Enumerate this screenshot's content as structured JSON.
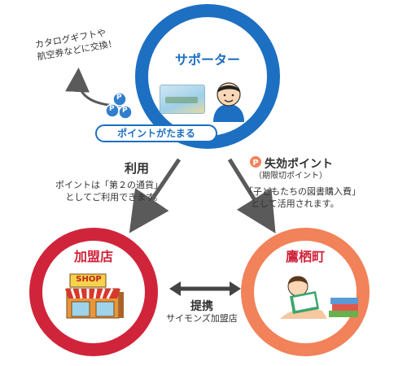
{
  "supporter": {
    "title": "サポーター",
    "points_label": "ポイントがたまる",
    "exchange_text_line1": "カタログギフトや",
    "exchange_text_line2": "航空券などに交換！",
    "coin_letter": "P"
  },
  "use_arrow": {
    "label": "利用",
    "desc_line1": "ポイントは「第２の通貨」",
    "desc_line2": "としてご利用できます。"
  },
  "expired_arrow": {
    "label": "失効ポイント",
    "sub_label": "（期限切ポイント）",
    "desc_line1": "「子どもたちの図書購入費」",
    "desc_line2": "として活用されます。"
  },
  "member_store": {
    "title": "加盟店",
    "shop_sign": "SHOP"
  },
  "town": {
    "title": "鷹栖町"
  },
  "partnership": {
    "label": "提携",
    "sub_label": "サイモンズ加盟店"
  },
  "colors": {
    "blue": "#1d6fc2",
    "red": "#d0243a",
    "orange": "#f1825a",
    "arrow": "#5a5a5a"
  }
}
